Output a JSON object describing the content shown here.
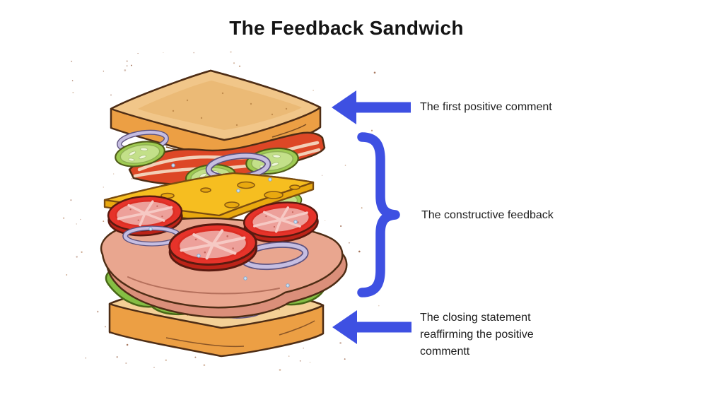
{
  "title": "The Feedback Sandwich",
  "colors": {
    "accent": "#3E50E2",
    "title_text": "#141414",
    "label_text": "#1E1E1E",
    "background": "#FFFFFF"
  },
  "annotations": [
    {
      "position": "top",
      "connector": "arrow-left",
      "points_to": "top bread slice",
      "label": "The first positive comment"
    },
    {
      "position": "middle",
      "connector": "curly-brace",
      "points_to": "sandwich fillings",
      "label": "The constructive feedback"
    },
    {
      "position": "bottom",
      "connector": "arrow-left",
      "points_to": "bottom bread slice",
      "label": "The closing statement reaffirming the positive commentt"
    }
  ],
  "illustration": {
    "name": "exploded-sandwich",
    "layers_top_to_bottom": [
      "toast slice",
      "onion rings",
      "bacon",
      "cucumber slices",
      "cheese slice with holes",
      "tomato slices",
      "ham",
      "lettuce",
      "toast slice"
    ],
    "palette": {
      "bread_top": "#F1C689",
      "bread_crust": "#EC9F44",
      "outline": "#4E2D15",
      "bacon": "#DD4726",
      "bacon_fat": "#F2D0B8",
      "cucumber_rim": "#9ECB52",
      "cucumber_flesh": "#C3E089",
      "cheese": "#F6BE20",
      "cheese_side": "#E9A90F",
      "tomato_rim": "#E6332A",
      "tomato_flesh": "#EDA09A",
      "ham": "#E9A68F",
      "ham_under": "#DB8F7A",
      "lettuce": "#85BE44",
      "onion": "#C6BEE2",
      "speckle": "#8A4A2A"
    }
  }
}
